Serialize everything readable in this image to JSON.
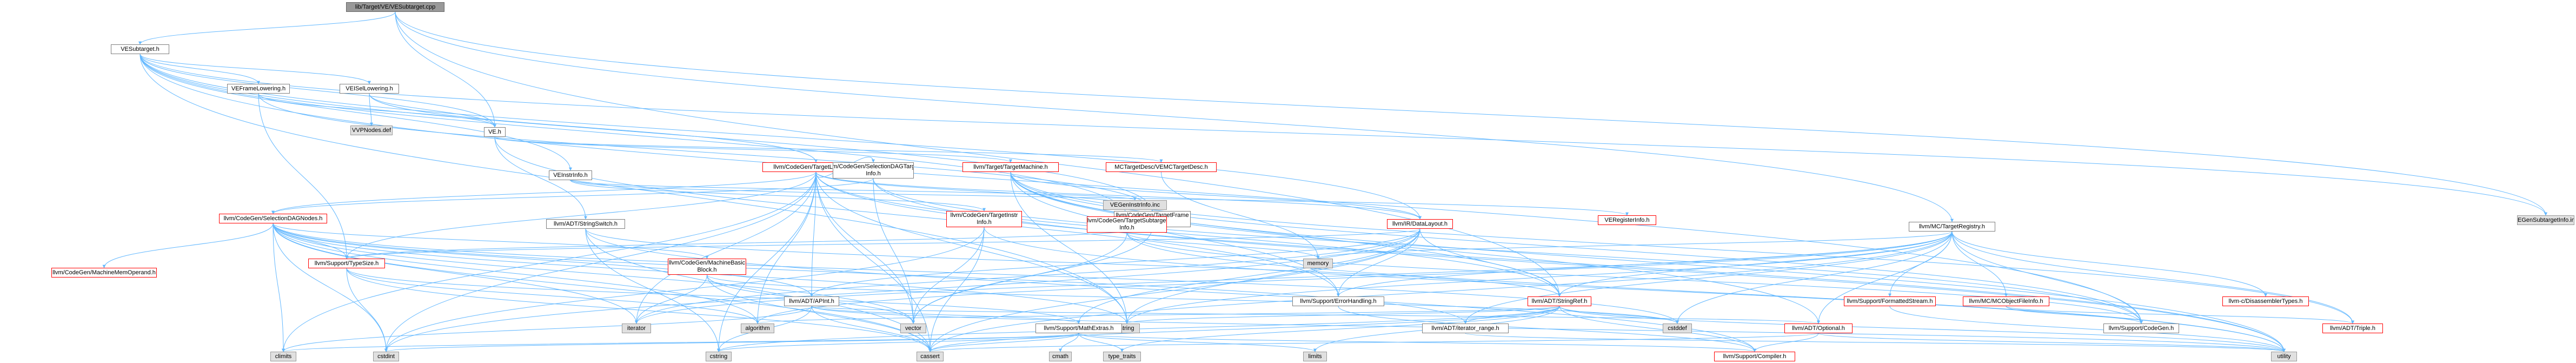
{
  "graph": {
    "root": "lib/Target/VE/VESubtarget.cpp",
    "colors": {
      "root_fill": "#999999",
      "system_fill": "#e0e0e0",
      "node_border": "#7f7f7f",
      "incomplete_border": "#ff0000",
      "edge": "#63b8ff"
    },
    "nodes": [
      {
        "id": "root",
        "label": "lib/Target/VE/VESubtarget.cpp",
        "kind": "root"
      },
      {
        "id": "vesub",
        "label": "VESubtarget.h",
        "kind": "normal"
      },
      {
        "id": "veframe",
        "label": "VEFrameLowering.h",
        "kind": "normal"
      },
      {
        "id": "veisel",
        "label": "VEISelLowering.h",
        "kind": "normal"
      },
      {
        "id": "vvpnodes",
        "label": "VVPNodes.def",
        "kind": "system"
      },
      {
        "id": "ve",
        "label": "VE.h",
        "kind": "normal"
      },
      {
        "id": "veinstr",
        "label": "VEInstrInfo.h",
        "kind": "normal"
      },
      {
        "id": "tgtlow",
        "label": "llvm/CodeGen/TargetLowering.h",
        "kind": "incomplete"
      },
      {
        "id": "seldag",
        "label": "llvm/CodeGen/SelectionDAGTarget Info.h",
        "kind": "normal"
      },
      {
        "id": "tgtmach",
        "label": "llvm/Target/TargetMachine.h",
        "kind": "incomplete"
      },
      {
        "id": "mcdesc",
        "label": "MCTargetDesc/VEMCTargetDesc.h",
        "kind": "incomplete"
      },
      {
        "id": "vegeninstr",
        "label": "VEGenInstrInfo.inc",
        "kind": "system"
      },
      {
        "id": "vereginfo",
        "label": "VERegisterInfo.h",
        "kind": "incomplete"
      },
      {
        "id": "vegensub",
        "label": "VEGenSubtargetInfo.inc",
        "kind": "system"
      },
      {
        "id": "mctgtreg",
        "label": "llvm/MC/TargetRegistry.h",
        "kind": "normal"
      },
      {
        "id": "seldagnodes",
        "label": "llvm/CodeGen/SelectionDAGNodes.h",
        "kind": "incomplete"
      },
      {
        "id": "tgtframe",
        "label": "llvm/CodeGen/TargetFrame Lowering.h",
        "kind": "normal"
      },
      {
        "id": "datalayout",
        "label": "llvm/IR/DataLayout.h",
        "kind": "incomplete"
      },
      {
        "id": "stringswitch",
        "label": "llvm/ADT/StringSwitch.h",
        "kind": "normal"
      },
      {
        "id": "tgtinstr",
        "label": "llvm/CodeGen/TargetInstr Info.h",
        "kind": "incomplete"
      },
      {
        "id": "tgtsubinfo",
        "label": "llvm/CodeGen/TargetSubtarget Info.h",
        "kind": "incomplete"
      },
      {
        "id": "memory",
        "label": "memory",
        "kind": "system"
      },
      {
        "id": "memoperand",
        "label": "llvm/CodeGen/MachineMemOperand.h",
        "kind": "incomplete"
      },
      {
        "id": "typesize",
        "label": "llvm/Support/TypeSize.h",
        "kind": "incomplete"
      },
      {
        "id": "mbb",
        "label": "llvm/CodeGen/MachineBasic Block.h",
        "kind": "incomplete"
      },
      {
        "id": "apint",
        "label": "llvm/ADT/APInt.h",
        "kind": "normal"
      },
      {
        "id": "stringref",
        "label": "llvm/ADT/StringRef.h",
        "kind": "incomplete"
      },
      {
        "id": "errhandling",
        "label": "llvm/Support/ErrorHandling.h",
        "kind": "normal"
      },
      {
        "id": "fmtstream",
        "label": "llvm/Support/FormattedStream.h",
        "kind": "incomplete"
      },
      {
        "id": "mcobjfile",
        "label": "llvm/MC/MCObjectFileInfo.h",
        "kind": "incomplete"
      },
      {
        "id": "disasmtypes",
        "label": "llvm-c/DisassemblerTypes.h",
        "kind": "incomplete"
      },
      {
        "id": "triple",
        "label": "llvm/ADT/Triple.h",
        "kind": "incomplete"
      },
      {
        "id": "codegen",
        "label": "llvm/Support/CodeGen.h",
        "kind": "normal"
      },
      {
        "id": "iterator",
        "label": "iterator",
        "kind": "system"
      },
      {
        "id": "algorithm",
        "label": "algorithm",
        "kind": "system"
      },
      {
        "id": "vector",
        "label": "vector",
        "kind": "system"
      },
      {
        "id": "string",
        "label": "string",
        "kind": "system"
      },
      {
        "id": "mathextras",
        "label": "llvm/Support/MathExtras.h",
        "kind": "normal"
      },
      {
        "id": "iterrange",
        "label": "llvm/ADT/iterator_range.h",
        "kind": "normal"
      },
      {
        "id": "cstddef",
        "label": "cstddef",
        "kind": "system"
      },
      {
        "id": "optional",
        "label": "llvm/ADT/Optional.h",
        "kind": "incomplete"
      },
      {
        "id": "climits",
        "label": "climits",
        "kind": "system"
      },
      {
        "id": "cstdint",
        "label": "cstdint",
        "kind": "system"
      },
      {
        "id": "cstring",
        "label": "cstring",
        "kind": "system"
      },
      {
        "id": "cassert",
        "label": "cassert",
        "kind": "system"
      },
      {
        "id": "cmath",
        "label": "cmath",
        "kind": "system"
      },
      {
        "id": "typetraits",
        "label": "type_traits",
        "kind": "system"
      },
      {
        "id": "limits",
        "label": "limits",
        "kind": "system"
      },
      {
        "id": "compiler",
        "label": "llvm/Support/Compiler.h",
        "kind": "incomplete"
      },
      {
        "id": "utility",
        "label": "utility",
        "kind": "system"
      }
    ],
    "edges": [
      [
        "root",
        "vesub"
      ],
      [
        "root",
        "ve"
      ],
      [
        "root",
        "mctgtreg"
      ],
      [
        "root",
        "stringref"
      ],
      [
        "root",
        "vegensub"
      ],
      [
        "vesub",
        "veframe"
      ],
      [
        "vesub",
        "veisel"
      ],
      [
        "vesub",
        "veinstr"
      ],
      [
        "vesub",
        "ve"
      ],
      [
        "vesub",
        "tgtframe"
      ],
      [
        "vesub",
        "tgtsubinfo"
      ],
      [
        "vesub",
        "datalayout"
      ],
      [
        "vesub",
        "string"
      ],
      [
        "vesub",
        "vegensub"
      ],
      [
        "vesub",
        "codegen"
      ],
      [
        "veframe",
        "ve"
      ],
      [
        "veframe",
        "tgtframe"
      ],
      [
        "veframe",
        "typesize"
      ],
      [
        "veisel",
        "ve"
      ],
      [
        "veisel",
        "tgtlow"
      ],
      [
        "veisel",
        "vvpnodes"
      ],
      [
        "ve",
        "tgtmach"
      ],
      [
        "ve",
        "mcdesc"
      ],
      [
        "ve",
        "errhandling"
      ],
      [
        "ve",
        "stringswitch"
      ],
      [
        "veinstr",
        "vereginfo"
      ],
      [
        "veinstr",
        "tgtinstr"
      ],
      [
        "veinstr",
        "vegeninstr"
      ],
      [
        "tgtlow",
        "seldagnodes"
      ],
      [
        "tgtlow",
        "datalayout"
      ],
      [
        "tgtlow",
        "seldag"
      ],
      [
        "tgtlow",
        "tgtframe"
      ],
      [
        "tgtlow",
        "typesize"
      ],
      [
        "tgtlow",
        "apint"
      ],
      [
        "tgtlow",
        "stringref"
      ],
      [
        "tgtlow",
        "algorithm"
      ],
      [
        "tgtlow",
        "climits"
      ],
      [
        "tgtlow",
        "cstdint"
      ],
      [
        "tgtlow",
        "iterator"
      ],
      [
        "tgtlow",
        "string"
      ],
      [
        "tgtlow",
        "utility"
      ],
      [
        "tgtlow",
        "vector"
      ],
      [
        "tgtlow",
        "cassert"
      ],
      [
        "tgtlow",
        "cstring"
      ],
      [
        "seldag",
        "seldagnodes"
      ],
      [
        "seldag",
        "codegen"
      ],
      [
        "seldag",
        "utility"
      ],
      [
        "seldag",
        "vector"
      ],
      [
        "tgtmach",
        "stringref"
      ],
      [
        "tgtmach",
        "triple"
      ],
      [
        "tgtmach",
        "datalayout"
      ],
      [
        "tgtmach",
        "codegen"
      ],
      [
        "tgtmach",
        "optional"
      ],
      [
        "tgtmach",
        "errhandling"
      ],
      [
        "tgtmach",
        "utility"
      ],
      [
        "tgtmach",
        "string"
      ],
      [
        "mcdesc",
        "memory"
      ],
      [
        "mctgtreg",
        "disasmtypes"
      ],
      [
        "mctgtreg",
        "iterator"
      ],
      [
        "mctgtreg",
        "optional"
      ],
      [
        "mctgtreg",
        "stringref"
      ],
      [
        "mctgtreg",
        "triple"
      ],
      [
        "mctgtreg",
        "mcobjfile"
      ],
      [
        "mctgtreg",
        "codegen"
      ],
      [
        "mctgtreg",
        "errhandling"
      ],
      [
        "mctgtreg",
        "fmtstream"
      ],
      [
        "mctgtreg",
        "algorithm"
      ],
      [
        "mctgtreg",
        "cassert"
      ],
      [
        "mctgtreg",
        "cstddef"
      ],
      [
        "mctgtreg",
        "memory"
      ],
      [
        "mctgtreg",
        "string"
      ],
      [
        "mctgtreg",
        "iterrange"
      ],
      [
        "seldagnodes",
        "memoperand"
      ],
      [
        "seldagnodes",
        "mbb"
      ],
      [
        "seldagnodes",
        "typesize"
      ],
      [
        "seldagnodes",
        "apint"
      ],
      [
        "seldagnodes",
        "algorithm"
      ],
      [
        "seldagnodes",
        "cassert"
      ],
      [
        "seldagnodes",
        "climits"
      ],
      [
        "seldagnodes",
        "cstddef"
      ],
      [
        "seldagnodes",
        "cstdint"
      ],
      [
        "seldagnodes",
        "iterator"
      ],
      [
        "seldagnodes",
        "string"
      ],
      [
        "seldagnodes",
        "vector"
      ],
      [
        "seldagnodes",
        "iterrange"
      ],
      [
        "tgtframe",
        "vector"
      ],
      [
        "tgtframe",
        "typesize"
      ],
      [
        "datalayout",
        "apint"
      ],
      [
        "datalayout",
        "stringref"
      ],
      [
        "datalayout",
        "typesize"
      ],
      [
        "datalayout",
        "mathextras"
      ],
      [
        "datalayout",
        "errhandling"
      ],
      [
        "datalayout",
        "cassert"
      ],
      [
        "datalayout",
        "cstdint"
      ],
      [
        "datalayout",
        "string"
      ],
      [
        "datalayout",
        "iterator"
      ],
      [
        "stringswitch",
        "stringref"
      ],
      [
        "stringswitch",
        "compiler"
      ],
      [
        "stringswitch",
        "cassert"
      ],
      [
        "stringswitch",
        "cstring"
      ],
      [
        "tgtinstr",
        "vector"
      ],
      [
        "tgtinstr",
        "cstdint"
      ],
      [
        "tgtinstr",
        "cassert"
      ],
      [
        "tgtinstr",
        "utility"
      ],
      [
        "tgtsubinfo",
        "memory"
      ],
      [
        "tgtsubinfo",
        "vector"
      ],
      [
        "tgtsubinfo",
        "codegen"
      ],
      [
        "tgtsubinfo",
        "utility"
      ],
      [
        "typesize",
        "mathextras"
      ],
      [
        "typesize",
        "algorithm"
      ],
      [
        "typesize",
        "cstdint"
      ],
      [
        "typesize",
        "cassert"
      ],
      [
        "mbb",
        "vector"
      ],
      [
        "mbb",
        "iterator"
      ],
      [
        "mbb",
        "cassert"
      ],
      [
        "mbb",
        "cstddef"
      ],
      [
        "apint",
        "mathextras"
      ],
      [
        "apint",
        "cassert"
      ],
      [
        "apint",
        "climits"
      ],
      [
        "apint",
        "cstring"
      ],
      [
        "apint",
        "utility"
      ],
      [
        "apint",
        "optional"
      ],
      [
        "stringref",
        "iterrange"
      ],
      [
        "stringref",
        "compiler"
      ],
      [
        "stringref",
        "algorithm"
      ],
      [
        "stringref",
        "cassert"
      ],
      [
        "stringref",
        "cstddef"
      ],
      [
        "stringref",
        "cstring"
      ],
      [
        "stringref",
        "limits"
      ],
      [
        "stringref",
        "string"
      ],
      [
        "stringref",
        "typetraits"
      ],
      [
        "stringref",
        "utility"
      ],
      [
        "errhandling",
        "compiler"
      ],
      [
        "fmtstream",
        "utility"
      ],
      [
        "mcobjfile",
        "codegen"
      ],
      [
        "mcobjfile",
        "triple"
      ],
      [
        "mathextras",
        "compiler"
      ],
      [
        "mathextras",
        "cassert"
      ],
      [
        "mathextras",
        "climits"
      ],
      [
        "mathextras",
        "cmath"
      ],
      [
        "mathextras",
        "cstdint"
      ],
      [
        "mathextras",
        "cstring"
      ],
      [
        "mathextras",
        "limits"
      ],
      [
        "mathextras",
        "typetraits"
      ],
      [
        "iterrange",
        "utility"
      ],
      [
        "optional",
        "compiler"
      ],
      [
        "optional",
        "utility"
      ],
      [
        "optional",
        "cassert"
      ]
    ]
  }
}
